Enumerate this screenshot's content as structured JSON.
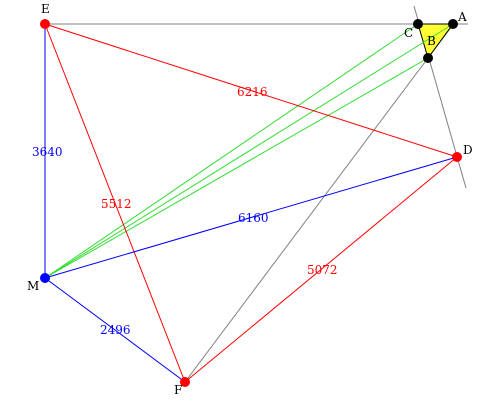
{
  "colors": {
    "red": "#ff0000",
    "blue": "#0000ff",
    "green": "#33dd33",
    "gray": "#808080",
    "black": "#000000",
    "yellow": "#ffff33"
  },
  "points": {
    "E": "E",
    "A": "A",
    "C": "C",
    "B": "B",
    "D": "D",
    "M": "M",
    "F": "F"
  },
  "segment_labels": {
    "EM": "3640",
    "ED": "6216",
    "EF": "5512",
    "MD": "6160",
    "FD": "5072",
    "MF": "2496"
  }
}
